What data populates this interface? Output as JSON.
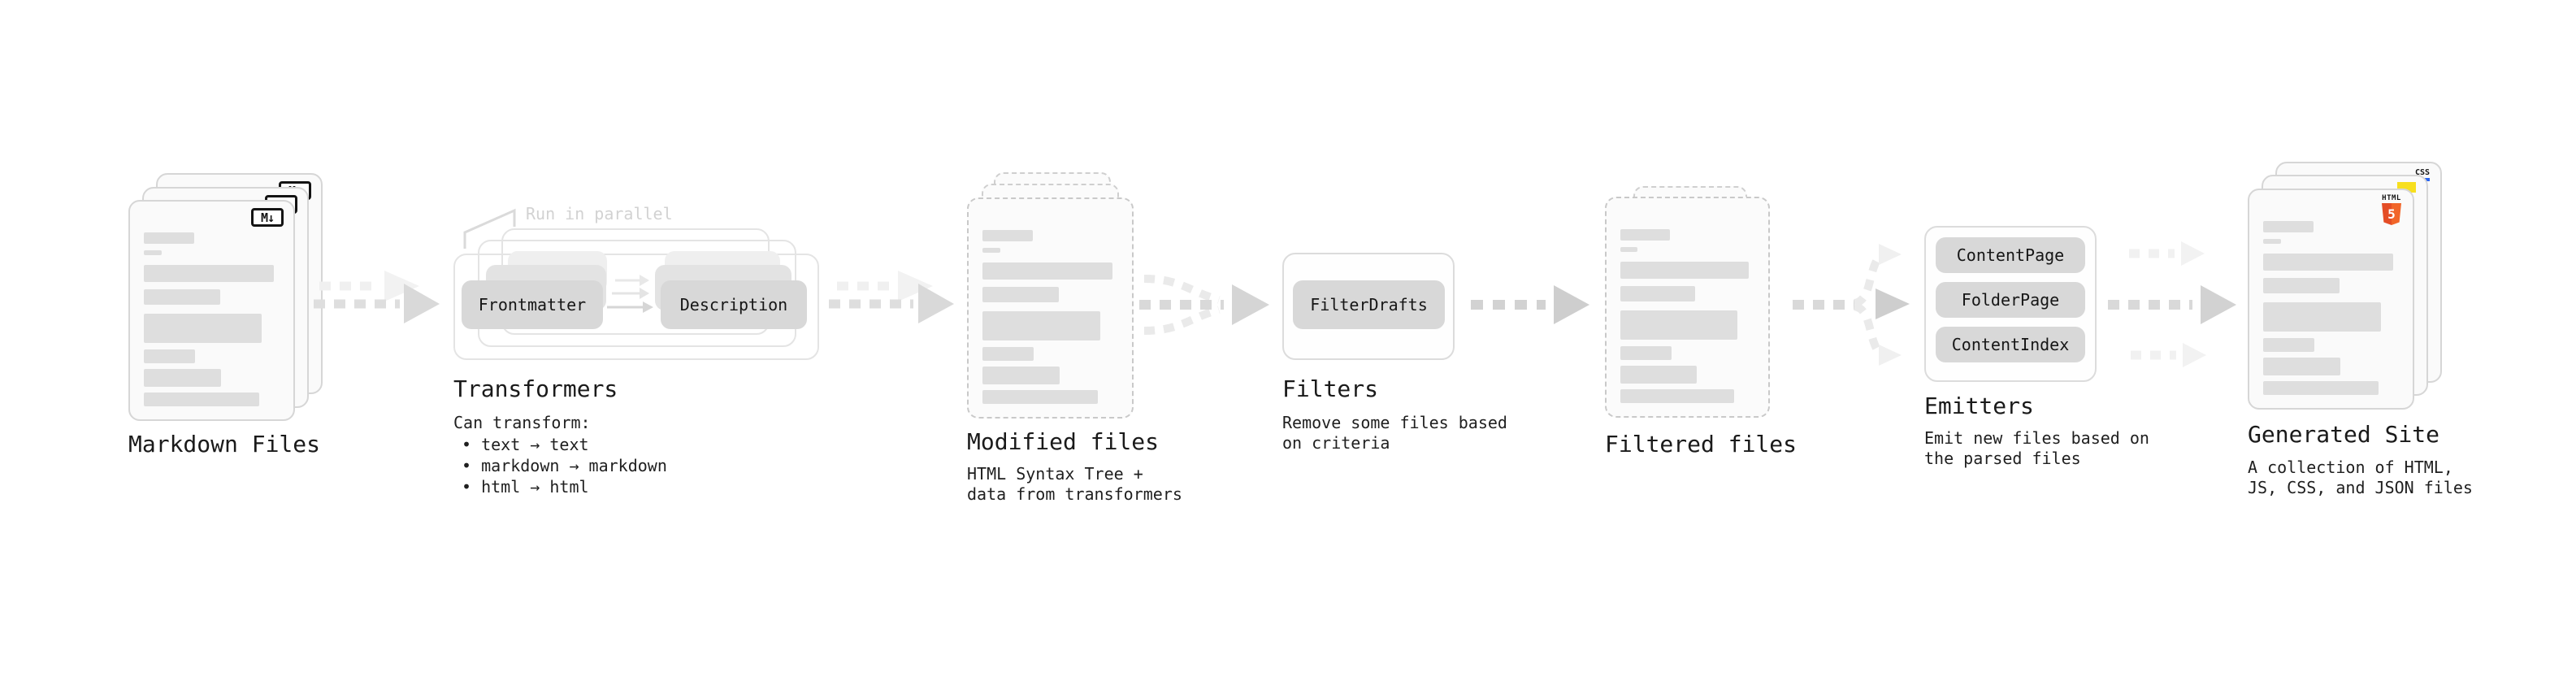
{
  "stages": {
    "markdown": {
      "label": "Markdown Files",
      "badge": "M↓"
    },
    "transformers": {
      "label": "Transformers",
      "annotation": "Run in parallel",
      "pills": [
        "Frontmatter",
        "Description"
      ],
      "desc_title": "Can transform:",
      "bullets": [
        "• text → text",
        "• markdown → markdown",
        "• html → html"
      ]
    },
    "modified": {
      "label": "Modified files",
      "desc": [
        "HTML Syntax Tree +",
        "data from transformers"
      ]
    },
    "filters": {
      "label": "Filters",
      "pills": [
        "FilterDrafts"
      ],
      "desc": [
        "Remove some files based",
        "on criteria"
      ]
    },
    "filtered": {
      "label": "Filtered files"
    },
    "emitters": {
      "label": "Emitters",
      "pills": [
        "ContentPage",
        "FolderPage",
        "ContentIndex"
      ],
      "desc": [
        "Emit new files based on",
        "the parsed files"
      ]
    },
    "generated": {
      "label": "Generated Site",
      "desc": [
        "A collection of HTML,",
        "JS, CSS, and JSON files"
      ],
      "badges": {
        "css": "CSS",
        "html_word": "HTML",
        "shield_number": "5"
      }
    }
  },
  "colors": {
    "js_yellow": "#f7df1e",
    "css_blue": "#2965f1",
    "html_orange": "#f16529",
    "html_orange_dark": "#e44d26"
  }
}
